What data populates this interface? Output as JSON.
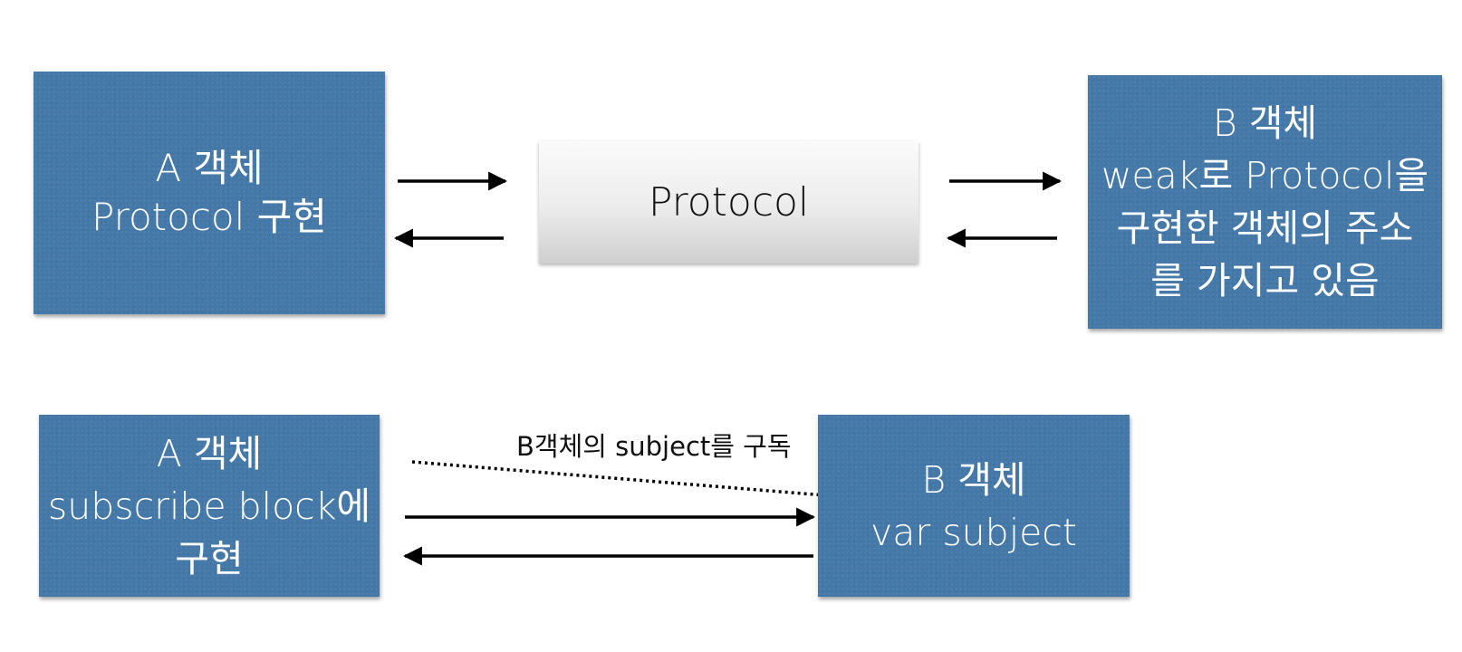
{
  "diagram": {
    "top_row": {
      "a_object": {
        "lines": [
          "A 객체",
          "Protocol 구현"
        ]
      },
      "protocol": {
        "label": "Protocol"
      },
      "b_object": {
        "lines": [
          "B 객체",
          "weak로  Protocol을",
          "구현한 객체의 주소",
          "를 가지고 있음"
        ]
      }
    },
    "bottom_row": {
      "a_object": {
        "lines": [
          "A 객체",
          "subscribe block에",
          "구현"
        ]
      },
      "subscribe_caption": "B객체의 subject를 구독",
      "b_object": {
        "lines": [
          "B 객체",
          "var subject"
        ]
      }
    },
    "colors": {
      "box_fill": "#4478a8",
      "box_text": "#ffffff",
      "protocol_fill": "#e8e8e8",
      "arrow": "#000000"
    }
  }
}
